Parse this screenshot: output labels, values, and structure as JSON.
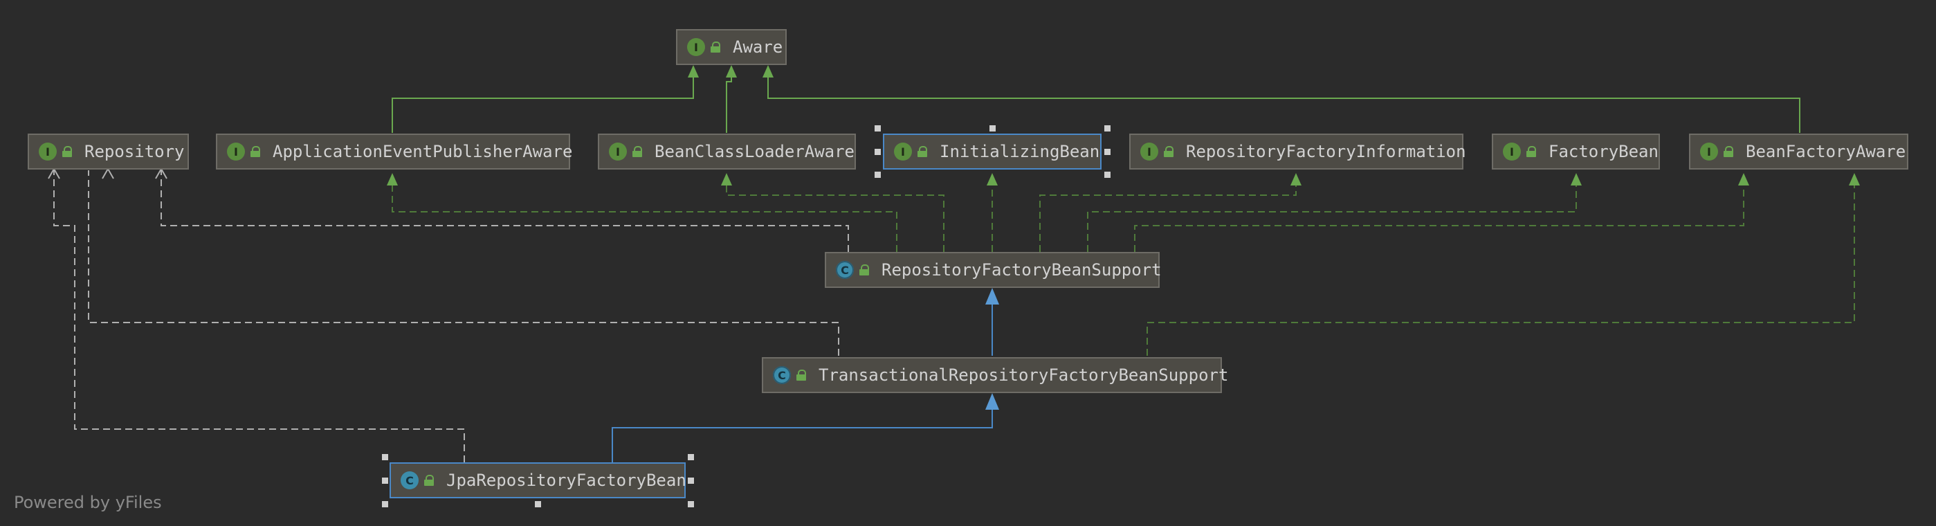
{
  "diagram": {
    "nodes": {
      "aware": {
        "label": "Aware",
        "badge": "I",
        "kind": "interface"
      },
      "repository": {
        "label": "Repository",
        "badge": "I",
        "kind": "interface"
      },
      "application_event_publisher_aware": {
        "label": "ApplicationEventPublisherAware",
        "badge": "I",
        "kind": "interface"
      },
      "bean_class_loader_aware": {
        "label": "BeanClassLoaderAware",
        "badge": "I",
        "kind": "interface"
      },
      "initializing_bean": {
        "label": "InitializingBean",
        "badge": "I",
        "kind": "interface"
      },
      "repository_factory_information": {
        "label": "RepositoryFactoryInformation",
        "badge": "I",
        "kind": "interface"
      },
      "factory_bean": {
        "label": "FactoryBean",
        "badge": "I",
        "kind": "interface"
      },
      "bean_factory_aware": {
        "label": "BeanFactoryAware",
        "badge": "I",
        "kind": "interface"
      },
      "repository_factory_bean_support": {
        "label": "RepositoryFactoryBeanSupport",
        "badge": "C",
        "kind": "abstract-class"
      },
      "transactional_repository_factory_bean_support": {
        "label": "TransactionalRepositoryFactoryBeanSupport",
        "badge": "C",
        "kind": "abstract-class"
      },
      "jpa_repository_factory_bean": {
        "label": "JpaRepositoryFactoryBean",
        "badge": "C",
        "kind": "class"
      }
    },
    "colors": {
      "background": "#2b2b2b",
      "extends_interface_edge": "#6aa84f",
      "implements_edge": "#4f7a3a",
      "repository_edge": "#b0b0b0",
      "class_extends_edge": "#4a88c7"
    }
  },
  "footer": {
    "text": "Powered by yFiles"
  }
}
